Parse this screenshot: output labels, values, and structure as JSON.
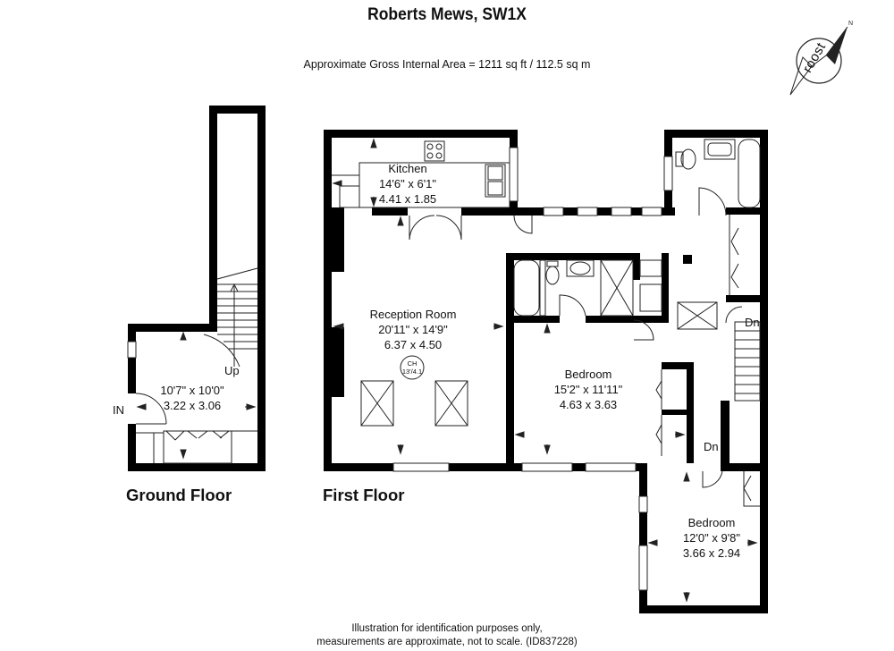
{
  "header": {
    "title": "Roberts Mews, SW1X",
    "area": "Approximate Gross Internal Area =  1211 sq ft / 112.5 sq m"
  },
  "logo": {
    "text": "roost"
  },
  "floors": {
    "ground": {
      "label": "Ground Floor",
      "room_imperial": "10'7\" x 10'0\"",
      "room_metric": "3.22 x 3.06",
      "up_label": "Up",
      "in_label": "IN"
    },
    "first": {
      "label": "First Floor",
      "kitchen": {
        "name": "Kitchen",
        "imperial": "14'6\" x 6'1\"",
        "metric": "4.41 x 1.85"
      },
      "reception": {
        "name": "Reception Room",
        "imperial": "20'11\" x 14'9\"",
        "metric": "6.37 x 4.50"
      },
      "ch": {
        "label": "CH",
        "value": "13'/4.1"
      },
      "bedroom1": {
        "name": "Bedroom",
        "imperial": "15'2\" x 11'11\"",
        "metric": "4.63 x 3.63"
      },
      "bedroom2": {
        "name": "Bedroom",
        "imperial": "12'0\" x 9'8\"",
        "metric": "3.66 x 2.94"
      },
      "dn1": "Dn",
      "dn2": "Dn"
    }
  },
  "footer": {
    "line1": "Illustration for identification purposes only,",
    "line2": "measurements are approximate, not to scale. (ID837228)"
  }
}
